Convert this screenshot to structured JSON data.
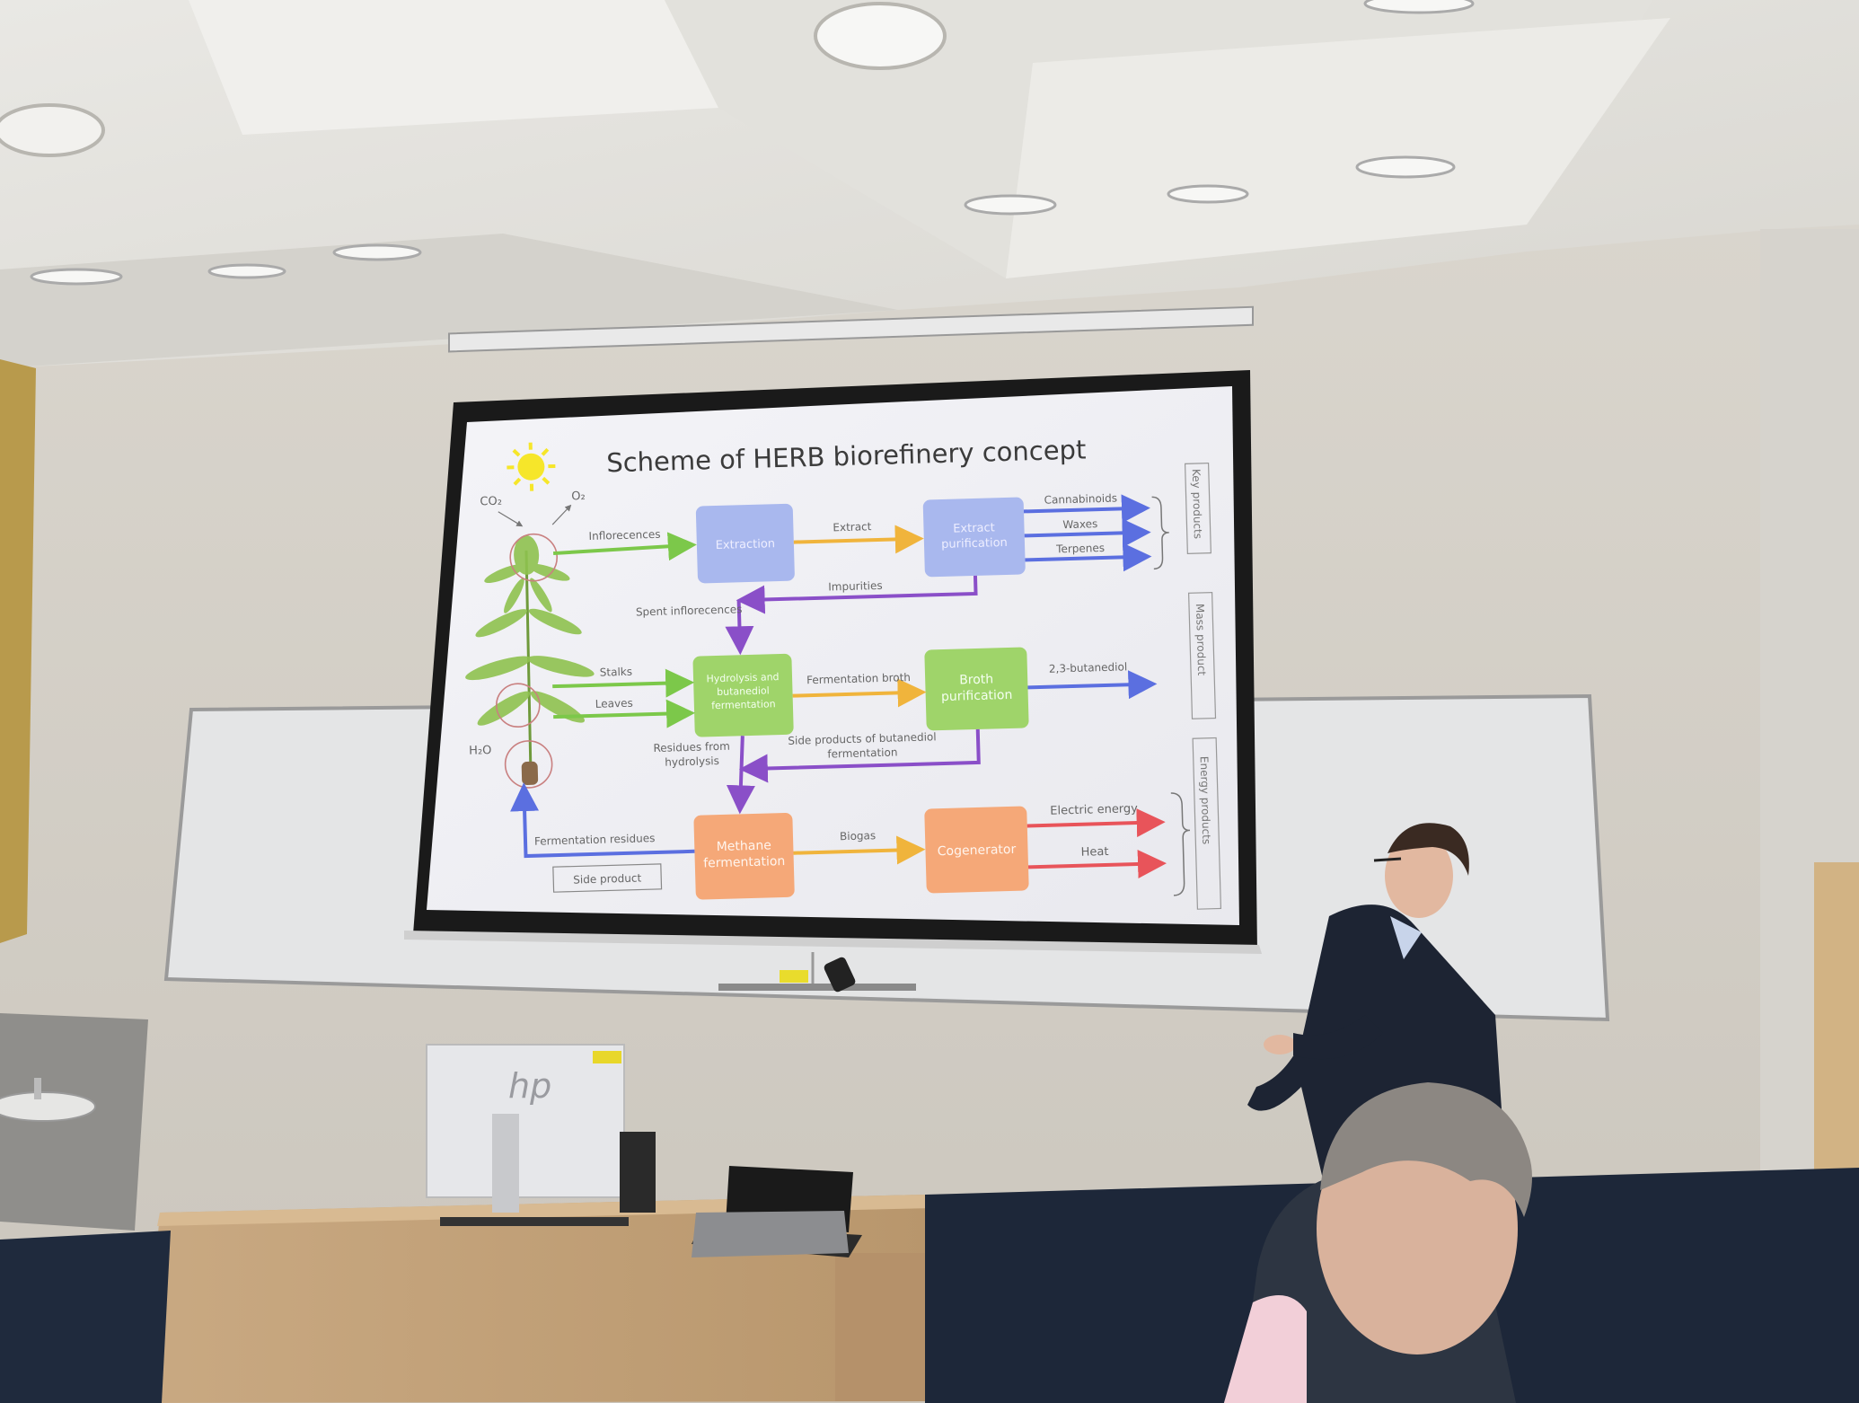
{
  "slide": {
    "title": "Scheme of HERB biorefinery concept",
    "chem": {
      "co2": "CO₂",
      "o2": "O₂",
      "h2o": "H₂O"
    },
    "boxes": {
      "extraction": "Extraction",
      "extract_purification": [
        "Extract",
        "purification"
      ],
      "hydrolysis": [
        "Hydrolysis and",
        "butanediol",
        "fermentation"
      ],
      "broth_purification": [
        "Broth",
        "purification"
      ],
      "methane": [
        "Methane",
        "fermentation"
      ],
      "cogenerator": "Cogenerator"
    },
    "arrow_labels": {
      "inflorecences": "Inflorecences",
      "extract": "Extract",
      "cannabinoids": "Cannabinoids",
      "waxes": "Waxes",
      "terpenes": "Terpenes",
      "impurities": "Impurities",
      "spent": "Spent inflorecences",
      "stalks": "Stalks",
      "leaves": "Leaves",
      "fermentation_broth": "Fermentation broth",
      "butanediol": "2,3-butanediol",
      "residues": [
        "Residues from",
        "hydrolysis"
      ],
      "side_products": [
        "Side products of butanediol",
        "fermentation"
      ],
      "fermentation_residues": "Fermentation residues",
      "biogas": "Biogas",
      "electric": "Electric energy",
      "heat": "Heat"
    },
    "side_product": "Side product",
    "groups": {
      "key": "Key products",
      "mass": "Mass product",
      "energy": "Energy products"
    },
    "colors": {
      "blue_box": "#a9b8ee",
      "green_box": "#9fd46a",
      "orange_box": "#f5a878",
      "green_arrow": "#7cc84a",
      "orange_arrow": "#f0b43c",
      "blue_arrow": "#5b6fe0",
      "purple_arrow": "#8a4fc8",
      "red_arrow": "#e8545a"
    }
  },
  "room": {
    "monitor_brand": "hp"
  }
}
